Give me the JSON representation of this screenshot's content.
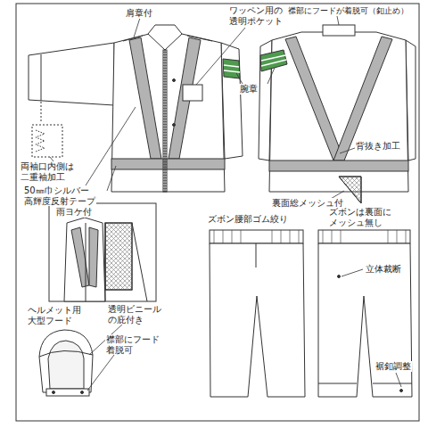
{
  "diagram": {
    "labels": [
      "肩章付",
      "ワッペン用の 透明ポケット",
      "襟部にフードが着脱可（釦止め）",
      "腕章",
      "両袖口内側は 二重袖加工",
      "50㎜巾シルバー 高輝度反射テープ",
      "背抜き加工",
      "裏面総メッシュ付",
      "雨ヨケ付",
      "ズボン腰部ゴム絞り",
      "ズボンは裏面に メッシュ無し",
      "立体裁断",
      "ヘルメット用 大型フード",
      "透明ビニール の庇付き",
      "襟部にフード 着脱可",
      "裾釦調整"
    ]
  }
}
